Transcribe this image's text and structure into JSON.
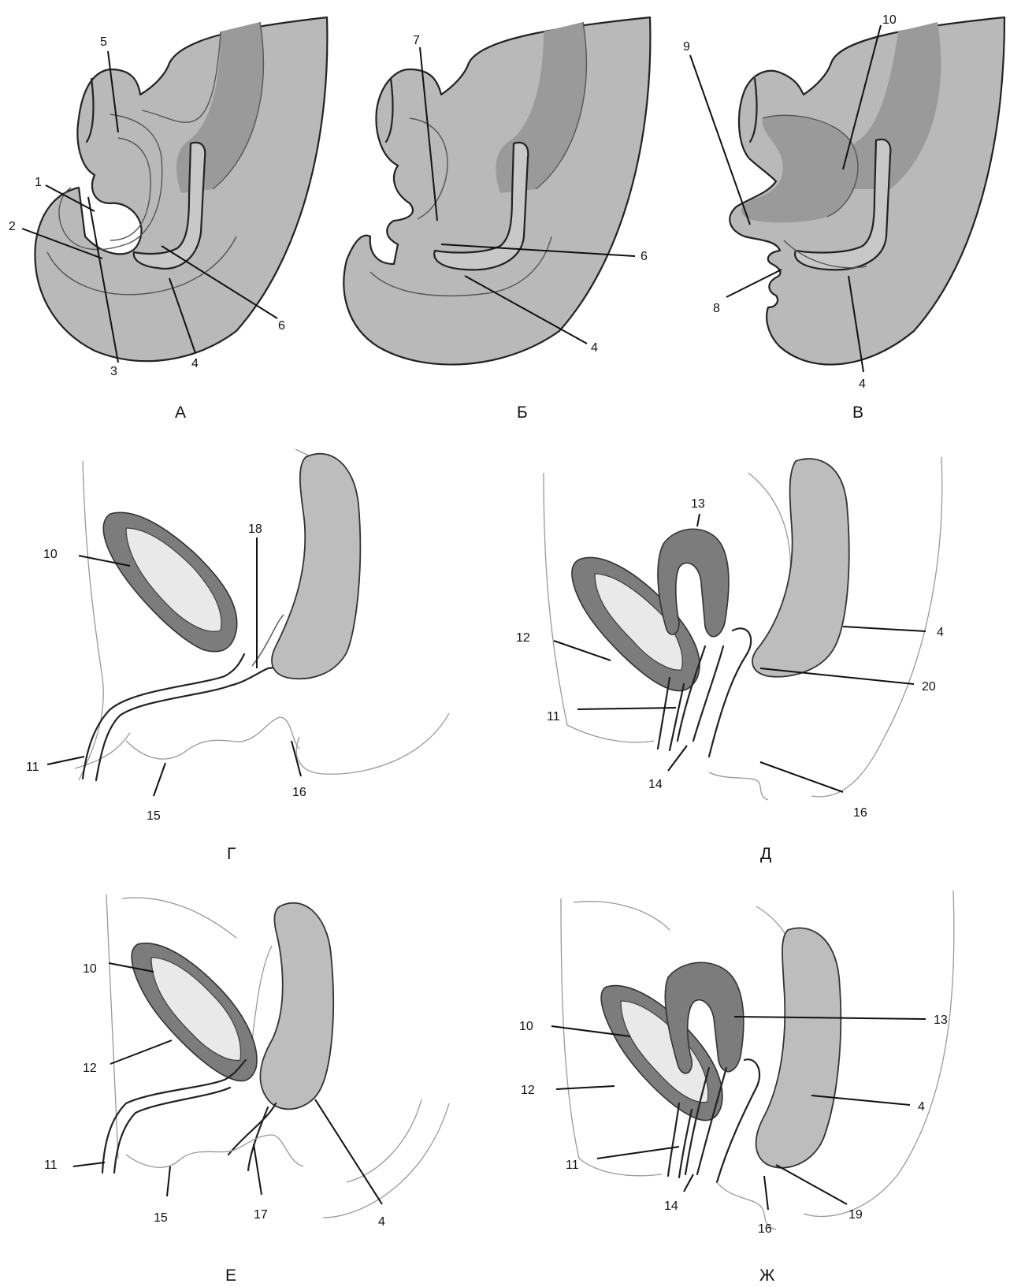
{
  "panels": [
    {
      "id": "A",
      "caption": "А",
      "labels": [
        "1",
        "2",
        "3",
        "4",
        "5",
        "6"
      ]
    },
    {
      "id": "B",
      "caption": "Б",
      "labels": [
        "7",
        "6",
        "4"
      ]
    },
    {
      "id": "V",
      "caption": "В",
      "labels": [
        "9",
        "10",
        "8",
        "4"
      ]
    },
    {
      "id": "G",
      "caption": "Г",
      "labels": [
        "10",
        "18",
        "11",
        "15",
        "16"
      ]
    },
    {
      "id": "D",
      "caption": "Д",
      "labels": [
        "13",
        "12",
        "4",
        "20",
        "11",
        "14",
        "16"
      ]
    },
    {
      "id": "E",
      "caption": "Е",
      "labels": [
        "10",
        "12",
        "11",
        "15",
        "17",
        "4"
      ]
    },
    {
      "id": "Zh",
      "caption": "Ж",
      "labels": [
        "10",
        "13",
        "12",
        "4",
        "11",
        "14",
        "19",
        "16"
      ]
    }
  ]
}
